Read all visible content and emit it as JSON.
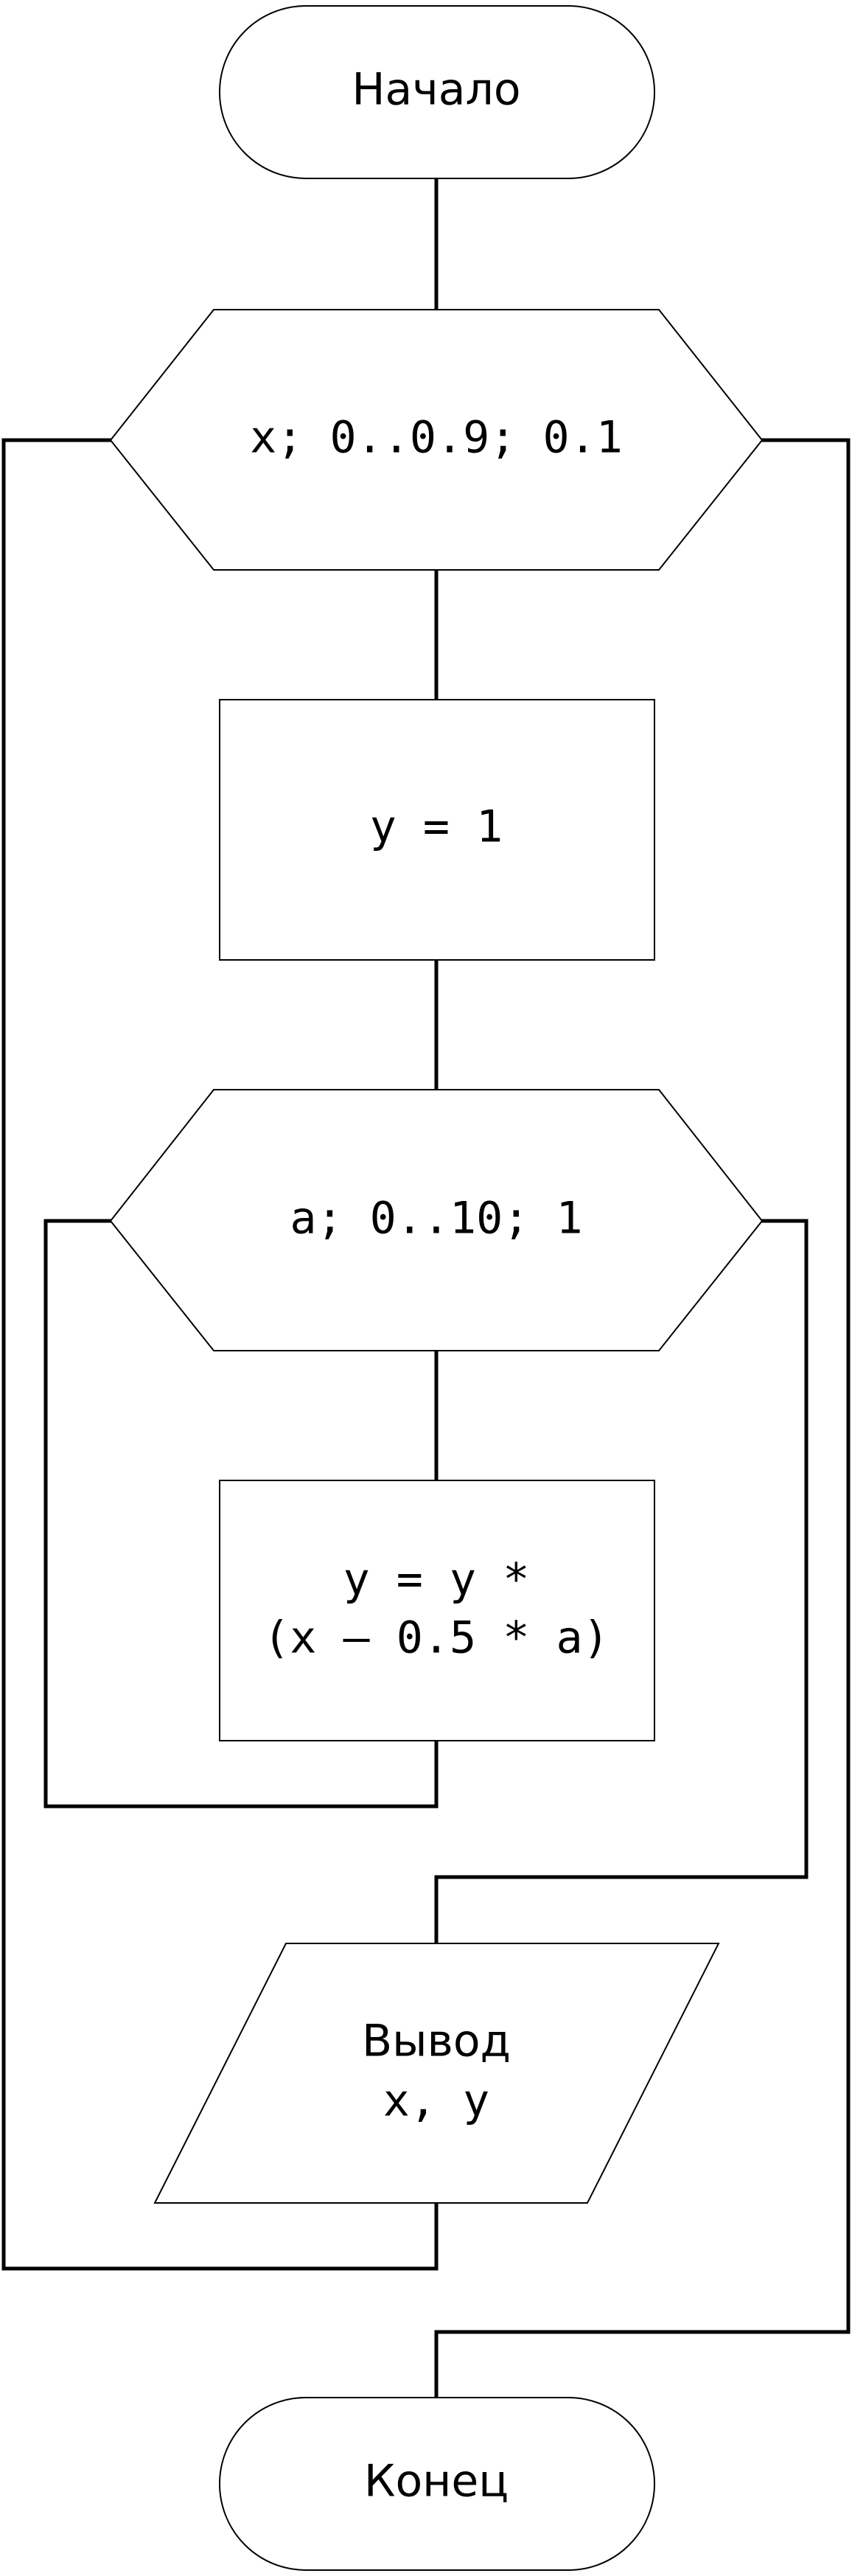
{
  "flowchart": {
    "start": "Начало",
    "loop_outer": "x; 0..0.9; 0.1",
    "init": "y = 1",
    "loop_inner": "a; 0..10; 1",
    "compute": {
      "line1": "y = y *",
      "line2": "(x – 0.5 * a)"
    },
    "output": {
      "line1": "Вывод",
      "line2": "x, y"
    },
    "end": "Конец"
  }
}
